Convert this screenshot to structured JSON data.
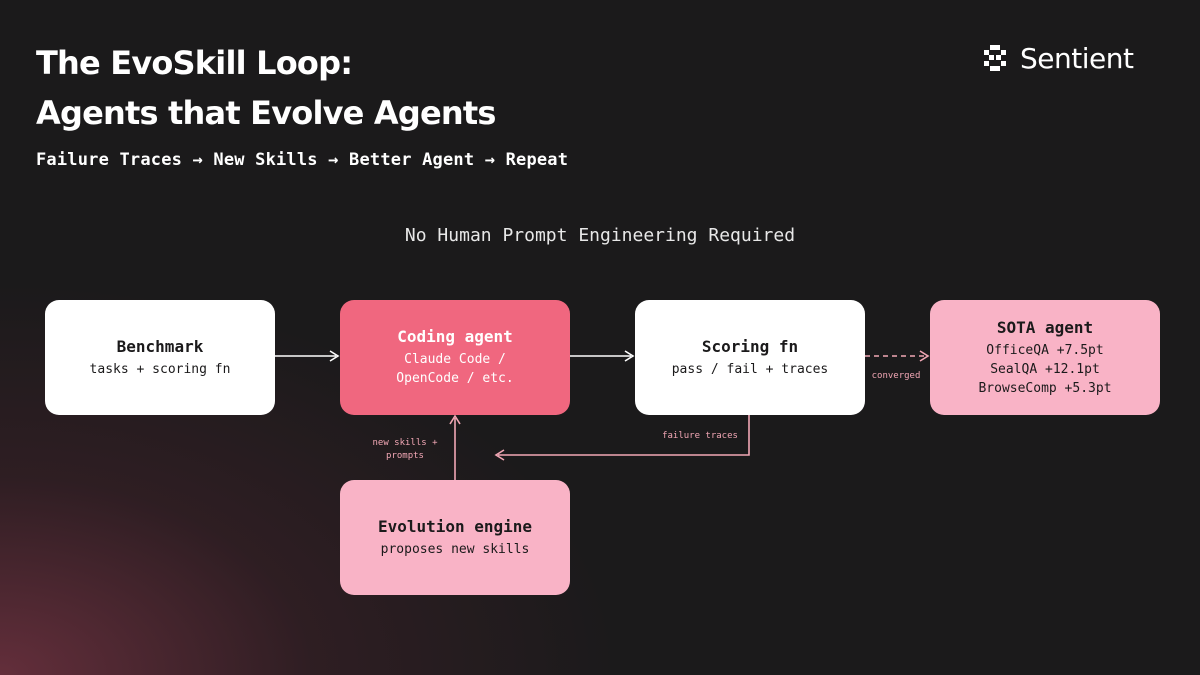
{
  "header": {
    "title_line1": "The EvoSkill Loop:",
    "title_line2": "Agents that Evolve Agents",
    "subtitle": "Failure Traces → New Skills → Better Agent → Repeat"
  },
  "brand": {
    "name": "Sentient",
    "icon": "sentient-logo-icon"
  },
  "tagline": "No Human Prompt Engineering Required",
  "nodes": {
    "benchmark": {
      "title": "Benchmark",
      "lines": [
        "tasks + scoring fn"
      ]
    },
    "coding_agent": {
      "title": "Coding agent",
      "lines": [
        "Claude Code /",
        "OpenCode / etc."
      ]
    },
    "scoring_fn": {
      "title": "Scoring fn",
      "lines": [
        "pass / fail + traces"
      ]
    },
    "sota_agent": {
      "title": "SOTA agent",
      "lines": [
        "OfficeQA +7.5pt",
        "SealQA +12.1pt",
        "BrowseComp +5.3pt"
      ]
    },
    "evolution_engine": {
      "title": "Evolution engine",
      "lines": [
        "proposes new skills"
      ]
    }
  },
  "edges": {
    "converged": "converged",
    "failure_traces": "failure traces",
    "new_skills_line1": "new skills +",
    "new_skills_line2": "prompts"
  },
  "colors": {
    "background": "#1b1a1b",
    "node_white": "#ffffff",
    "node_hot": "#f0677f",
    "node_pink": "#f9b3c6",
    "edge_label": "#f2a7b5"
  }
}
